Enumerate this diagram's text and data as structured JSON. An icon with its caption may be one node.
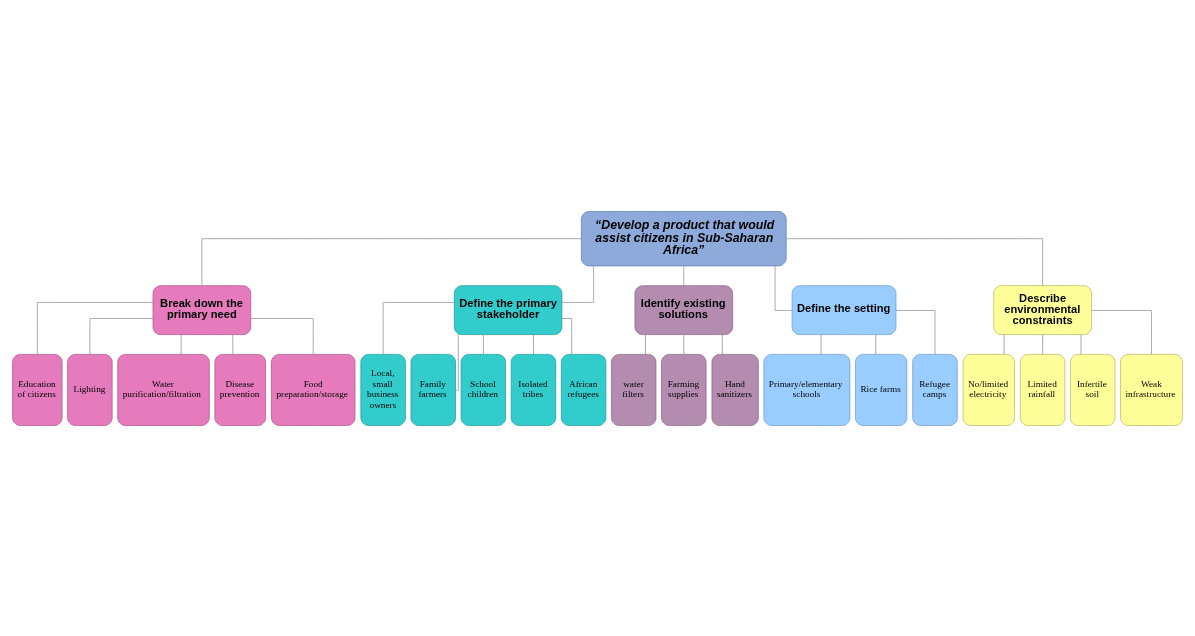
{
  "diagram": {
    "nodes": [
      {
        "text": [
          "“Develop a product that would assist citizens in Sub-Saharan Africa”"
        ]
      },
      {
        "text": [
          "Break down the primary need"
        ]
      },
      {
        "text": [
          "Define the primary stakeholder"
        ]
      },
      {
        "text": [
          "Identify existing solutions"
        ]
      },
      {
        "text": [
          "Define the setting"
        ]
      },
      {
        "text": [
          "Describe environmental constraints"
        ]
      },
      {
        "text": [
          "Education of citizens"
        ]
      },
      {
        "text": [
          "Lighting"
        ]
      },
      {
        "text": [
          "Water purification/filtration"
        ]
      },
      {
        "text": [
          "Disease prevention"
        ]
      },
      {
        "text": [
          "Food preparation/storage"
        ]
      },
      {
        "text": [
          "Local, small business owners"
        ]
      },
      {
        "text": [
          "Family farmers"
        ]
      },
      {
        "text": [
          "School children"
        ]
      },
      {
        "text": [
          "Isolated tribes"
        ]
      },
      {
        "text": [
          "African refugees"
        ]
      },
      {
        "text": [
          "water filters"
        ]
      },
      {
        "text": [
          "Farming supplies"
        ]
      },
      {
        "text": [
          "Hand sanitizers"
        ]
      },
      {
        "text": [
          "Primary/elementary schools"
        ]
      },
      {
        "text": [
          "Rice farms"
        ]
      },
      {
        "text": [
          "Refugee camps"
        ]
      },
      {
        "text": [
          "No/limited electricity"
        ]
      },
      {
        "text": [
          "Limited rainfall"
        ]
      },
      {
        "text": [
          "Infertile soil"
        ]
      },
      {
        "text": [
          "Weak infrastructure"
        ]
      }
    ],
    "edges": [
      {
        "from": 0,
        "to": 1,
        "arrow": "none"
      },
      {
        "from": 0,
        "to": 2,
        "arrow": "none"
      },
      {
        "from": 0,
        "to": 3,
        "arrow": "none"
      },
      {
        "from": 0,
        "to": 4,
        "arrow": "none"
      },
      {
        "from": 0,
        "to": 5,
        "arrow": "none"
      },
      {
        "from": 1,
        "to": 6,
        "arrow": "none"
      },
      {
        "from": 1,
        "to": 7,
        "arrow": "none"
      },
      {
        "from": 1,
        "to": 8,
        "arrow": "none"
      },
      {
        "from": 1,
        "to": 9,
        "arrow": "none"
      },
      {
        "from": 1,
        "to": 10,
        "arrow": "none"
      },
      {
        "from": 2,
        "to": 11,
        "arrow": "none"
      },
      {
        "from": 2,
        "to": 12,
        "arrow": "none"
      },
      {
        "from": 2,
        "to": 13,
        "arrow": "none"
      },
      {
        "from": 2,
        "to": 14,
        "arrow": "none"
      },
      {
        "from": 2,
        "to": 15,
        "arrow": "none"
      },
      {
        "from": 3,
        "to": 16,
        "arrow": "none"
      },
      {
        "from": 3,
        "to": 17,
        "arrow": "none"
      },
      {
        "from": 3,
        "to": 18,
        "arrow": "none"
      },
      {
        "from": 4,
        "to": 19,
        "arrow": "none"
      },
      {
        "from": 4,
        "to": 20,
        "arrow": "none"
      },
      {
        "from": 4,
        "to": 21,
        "arrow": "none"
      },
      {
        "from": 5,
        "to": 22,
        "arrow": "none"
      },
      {
        "from": 5,
        "to": 23,
        "arrow": "none"
      },
      {
        "from": 5,
        "to": 24,
        "arrow": "none"
      },
      {
        "from": 5,
        "to": 25,
        "arrow": "none"
      }
    ]
  }
}
